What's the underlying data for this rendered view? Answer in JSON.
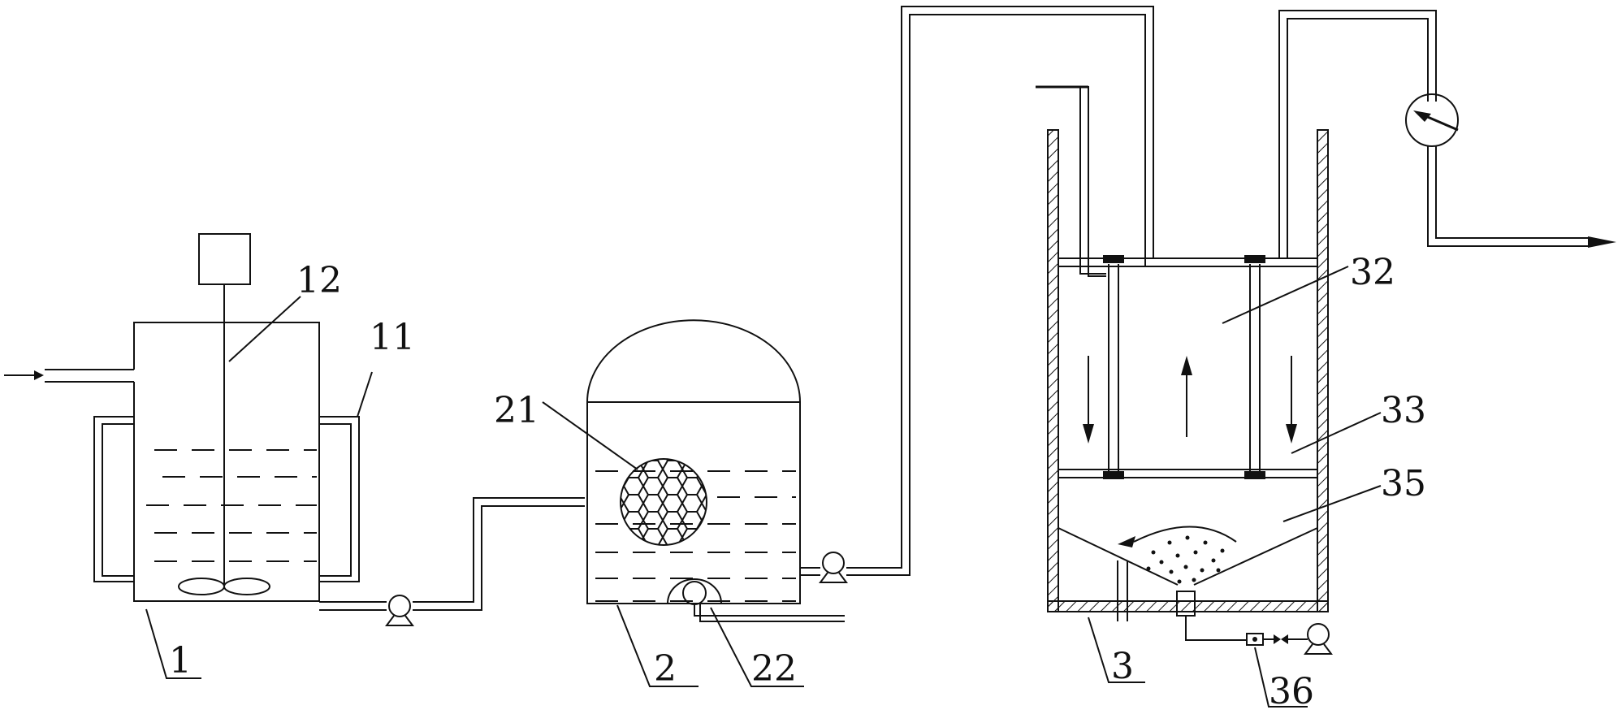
{
  "labels": {
    "tank_1": "1",
    "jacket_11": "11",
    "stirrer_12": "12",
    "tank_2": "2",
    "filter_21": "21",
    "aerator_22": "22",
    "reactor_3": "3",
    "zone_32": "32",
    "zone_33": "33",
    "zone_35": "35",
    "valve_36": "36"
  },
  "icons": [
    "pump-icon",
    "pressure-gauge-icon",
    "valve-icon",
    "flow-arrow-icon",
    "stirrer-motor-icon"
  ],
  "colors": {
    "line": "#111111",
    "background": "#ffffff"
  }
}
